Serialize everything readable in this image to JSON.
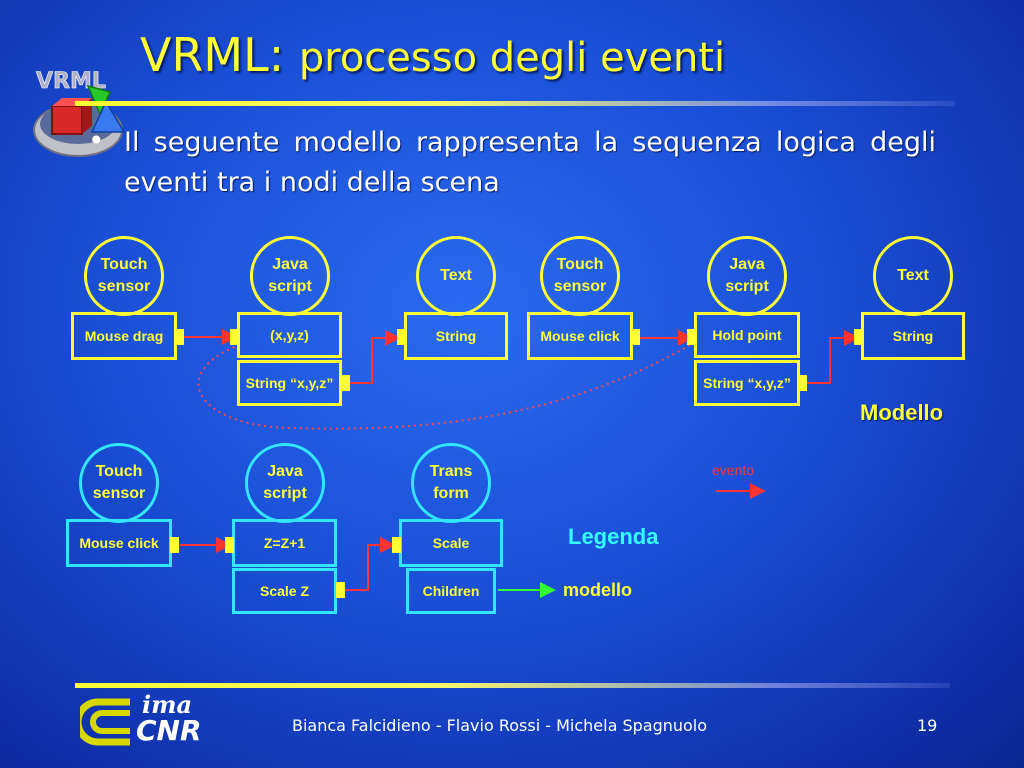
{
  "title": {
    "part1": "VRML:",
    "part2": "processo degli eventi"
  },
  "bullet": "Il seguente modello rappresenta la sequenza logica degli eventi tra i nodi della scena",
  "footer": {
    "authors": "Bianca Falcidieno - Flavio Rossi - Michela Spagnuolo",
    "page": "19"
  },
  "logo": {
    "line1": "ima",
    "line2": "CNR"
  },
  "diagram": {
    "row1": {
      "nodes": [
        {
          "label": "Touch sensor"
        },
        {
          "label": "Java script"
        },
        {
          "label": "Text"
        },
        {
          "label": "Touch sensor"
        },
        {
          "label": "Java script"
        },
        {
          "label": "Text"
        }
      ],
      "fields": [
        {
          "label": "Mouse drag"
        },
        {
          "label": "(x,y,z)"
        },
        {
          "label": "String “x,y,z”"
        },
        {
          "label": "String"
        },
        {
          "label": "Mouse click"
        },
        {
          "label": "Hold point"
        },
        {
          "label": "String “x,y,z”"
        },
        {
          "label": "String"
        }
      ],
      "caption": "Modello"
    },
    "row2": {
      "nodes": [
        {
          "label": "Touch sensor"
        },
        {
          "label": "Java script"
        },
        {
          "label": "Trans form"
        }
      ],
      "fields": [
        {
          "label": "Mouse click"
        },
        {
          "label": "Z=Z+1"
        },
        {
          "label": "Scale Z"
        },
        {
          "label": "Scale"
        },
        {
          "label": "Children"
        }
      ]
    },
    "legend": {
      "title": "Legenda",
      "event_label": "evento",
      "model_label": "modello"
    },
    "colors": {
      "yellow": "#ffff33",
      "cyan": "#33e6ff",
      "event_arrow": "#ff3333",
      "model_arrow": "#33ff33",
      "caption": "#ffff33",
      "legend_title": "#33ffff"
    }
  }
}
